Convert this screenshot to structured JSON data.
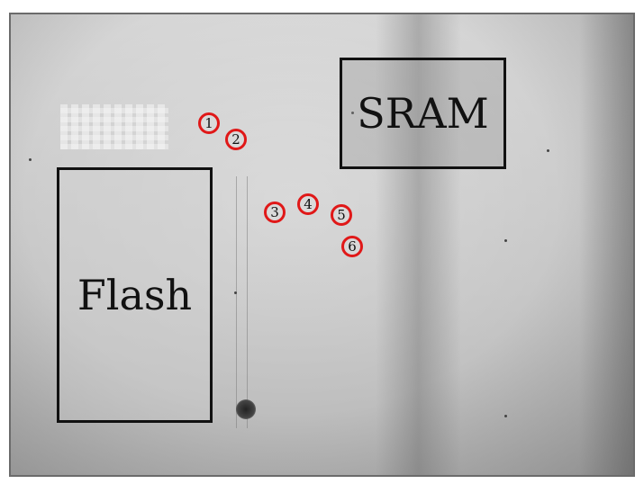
{
  "image": {
    "regions": [
      {
        "label": "Flash"
      },
      {
        "label": "SRAM"
      }
    ],
    "markers": [
      "1",
      "2",
      "3",
      "4",
      "5",
      "6"
    ],
    "colors": {
      "marker_ring": "#e01818",
      "outline": "#111111",
      "frame": "#6b6b6b"
    }
  }
}
